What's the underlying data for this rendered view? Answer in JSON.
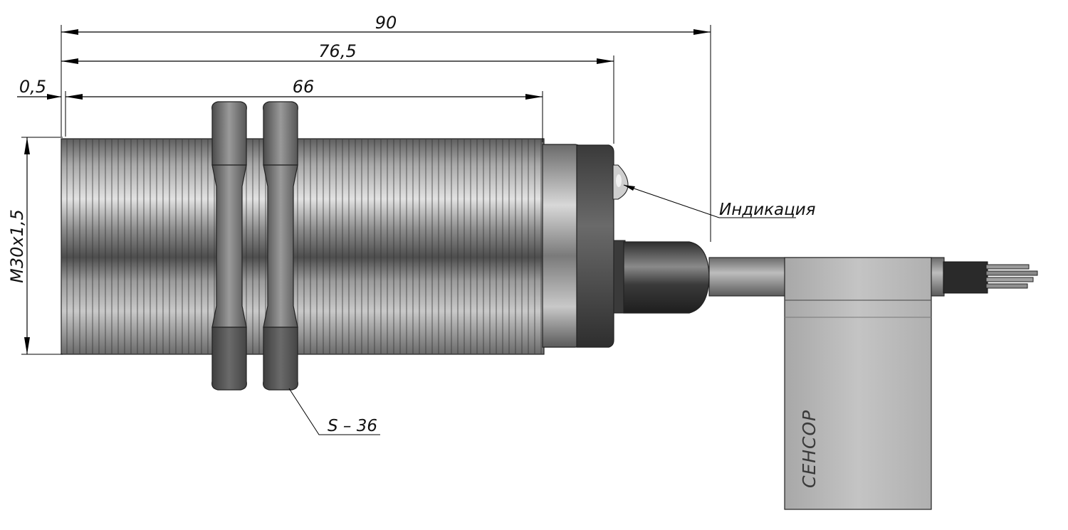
{
  "dimensions": {
    "overall_length": "90",
    "body_with_head_length": "76,5",
    "thread_length": "66",
    "front_offset": "0,5",
    "thread_spec": "М30х1,5"
  },
  "labels": {
    "indicator": "Индикация",
    "nut_size": "S – 36",
    "brand_tag": "СЕНСОР"
  },
  "colors": {
    "metal_light": "#c8c8c8",
    "metal_dark": "#6e6e6e",
    "nut_dark": "#5a5a5a",
    "head_ring": "#4a4a4a",
    "tag_fill": "#b9b9b9",
    "lines": "#000000"
  }
}
